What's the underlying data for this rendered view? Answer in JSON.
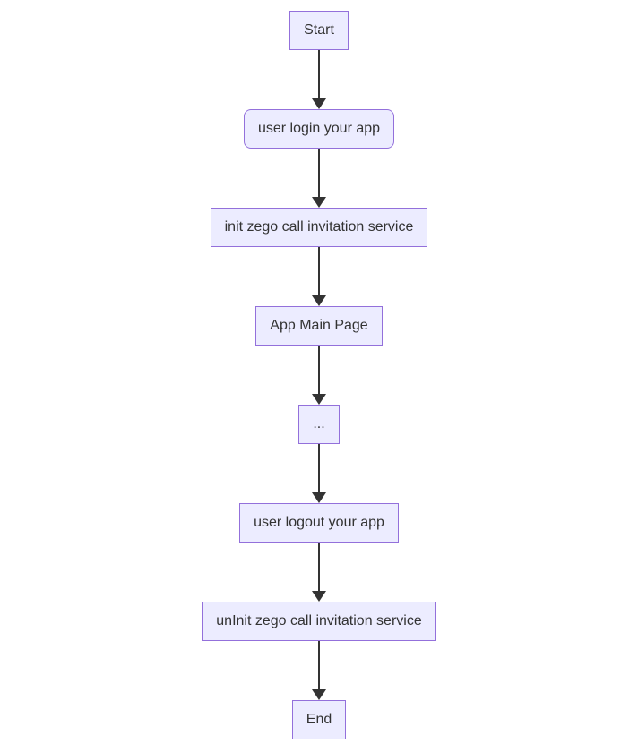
{
  "diagram": {
    "type": "flowchart",
    "direction": "top-down",
    "colors": {
      "background": "#ffffff",
      "node_fill": "#ECECFF",
      "node_border": "#9370DB",
      "text_color": "#333333",
      "arrow_color": "#333333"
    },
    "nodes": [
      {
        "id": "start",
        "label": "Start",
        "shape": "rect"
      },
      {
        "id": "login",
        "label": "user login your app",
        "shape": "rounded"
      },
      {
        "id": "init",
        "label": "init zego call invitation service",
        "shape": "rect"
      },
      {
        "id": "main",
        "label": "App Main Page",
        "shape": "rect"
      },
      {
        "id": "more",
        "label": "...",
        "shape": "rect"
      },
      {
        "id": "logout",
        "label": "user logout your app",
        "shape": "rect"
      },
      {
        "id": "uninit",
        "label": "unInit zego call invitation service",
        "shape": "rect"
      },
      {
        "id": "end",
        "label": "End",
        "shape": "rect"
      }
    ],
    "edges": [
      {
        "from": "start",
        "to": "login",
        "style": "arrow"
      },
      {
        "from": "login",
        "to": "init",
        "style": "arrow"
      },
      {
        "from": "init",
        "to": "main",
        "style": "arrow"
      },
      {
        "from": "main",
        "to": "more",
        "style": "arrow"
      },
      {
        "from": "more",
        "to": "logout",
        "style": "arrow"
      },
      {
        "from": "logout",
        "to": "uninit",
        "style": "arrow"
      },
      {
        "from": "uninit",
        "to": "end",
        "style": "arrow"
      }
    ]
  }
}
